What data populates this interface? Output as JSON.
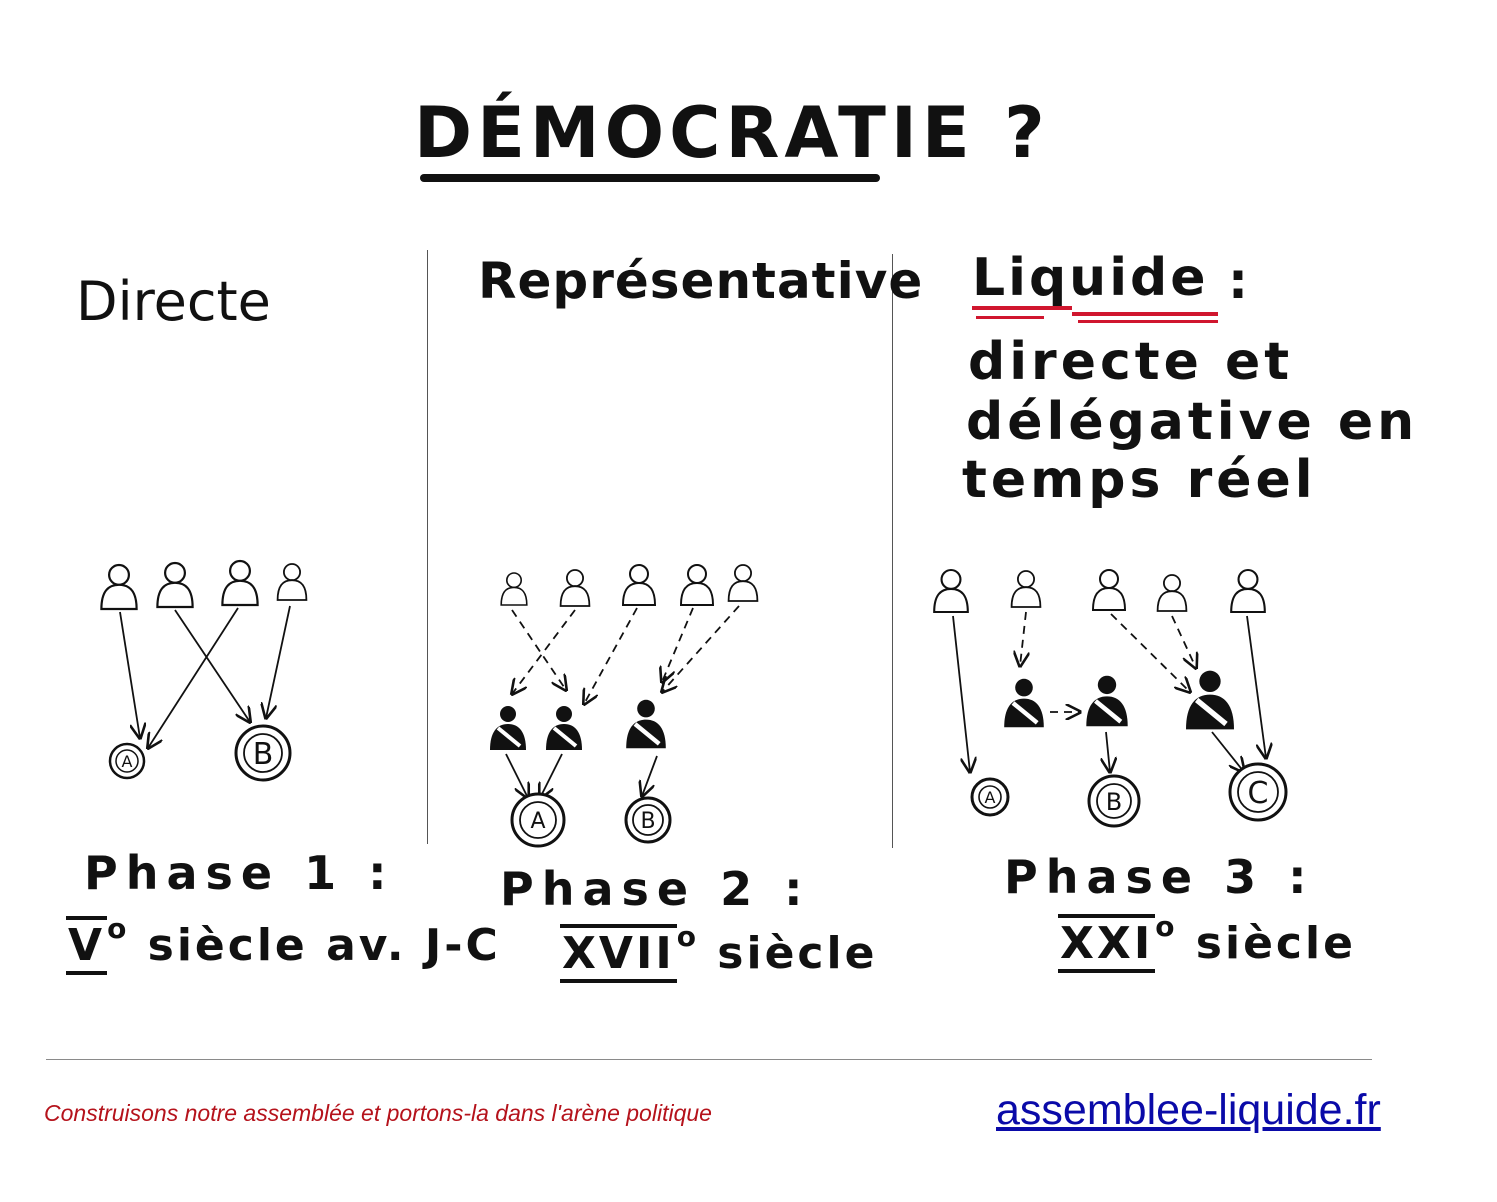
{
  "title": "DÉMOCRATIE ?",
  "columns": [
    {
      "title": "Directe",
      "phase": "Phase 1 :",
      "era_roman": "V",
      "era_sup": "o",
      "era_rest": "siècle av. J-C"
    },
    {
      "title": "Représentative",
      "phase": "Phase 2 :",
      "era_roman": "XVII",
      "era_sup": "o",
      "era_rest": "siècle"
    },
    {
      "title": "Liquide",
      "title_colon": ":",
      "description": [
        "directe et",
        "délégative en",
        "temps réel"
      ],
      "phase": "Phase 3 :",
      "era_roman": "XXI",
      "era_sup": "o",
      "era_rest": "siècle"
    }
  ],
  "diagram_labels": {
    "directe": [
      "A",
      "B"
    ],
    "representative": [
      "A",
      "B"
    ],
    "liquide": [
      "A",
      "B",
      "C"
    ]
  },
  "colors": {
    "ink": "#111111",
    "accent_underline": "#d0162e",
    "footer_text": "#b5121b",
    "footer_link": "#0a0aa8"
  },
  "footer": {
    "slogan": "Construisons notre assemblée et portons-la dans l'arène politique",
    "link": "assemblee-liquide.fr"
  }
}
